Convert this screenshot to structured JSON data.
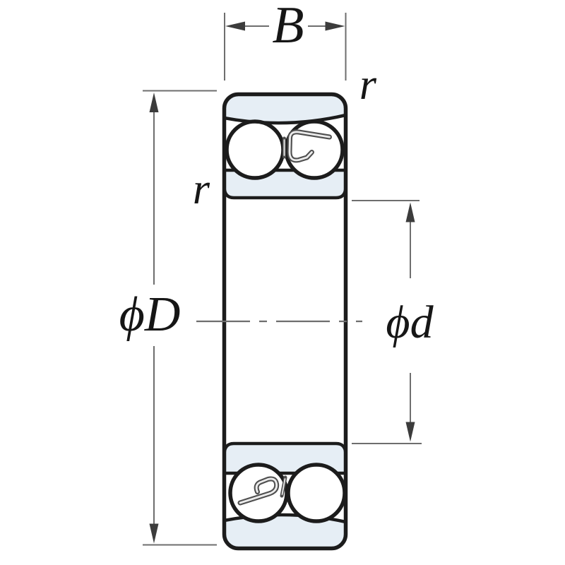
{
  "diagram": {
    "type": "bearing-cross-section-dimension-drawing",
    "description": "Double-row self-aligning ball bearing cross section with dimension callouts",
    "labels": {
      "width": "B",
      "outer_diameter": "ϕD",
      "bore_diameter": "ϕd",
      "corner_radius_right": "r",
      "corner_radius_left": "r"
    },
    "colors": {
      "background": "#ffffff",
      "outline": "#1c1c1c",
      "ring_fill": "#e6eef5",
      "dimension": "#6e6e6e",
      "arrowhead": "#3c3c3c",
      "cage": "#4f4f4f",
      "label": "#161616"
    }
  }
}
